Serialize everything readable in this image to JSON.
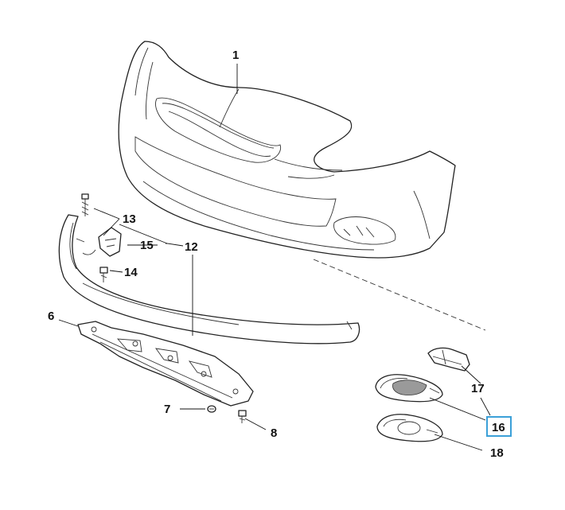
{
  "colors": {
    "line": "#222222",
    "highlight_border": "#3ba0d8",
    "background": "#ffffff"
  },
  "callouts": [
    {
      "id": "c1",
      "label": "1"
    },
    {
      "id": "c6",
      "label": "6"
    },
    {
      "id": "c7",
      "label": "7"
    },
    {
      "id": "c8",
      "label": "8"
    },
    {
      "id": "c12",
      "label": "12"
    },
    {
      "id": "c13",
      "label": "13"
    },
    {
      "id": "c14",
      "label": "14"
    },
    {
      "id": "c15",
      "label": "15"
    },
    {
      "id": "c16",
      "label": "16",
      "highlighted": true
    },
    {
      "id": "c17",
      "label": "17"
    },
    {
      "id": "c18",
      "label": "18"
    }
  ]
}
